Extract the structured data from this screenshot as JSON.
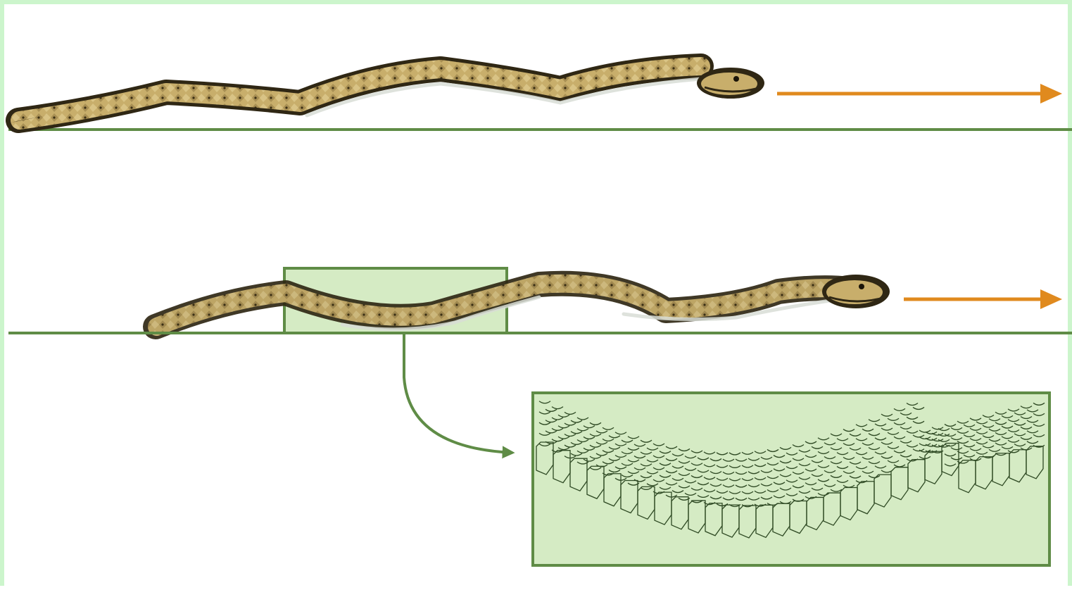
{
  "diagram": {
    "colors": {
      "frame_border": "#ccf5cc",
      "ground_line": "#5f8c46",
      "arrow": "#e08a1e",
      "highlight_fill": "#d5ebc4",
      "highlight_stroke": "#5f8c46",
      "scale_line": "#5f8c46",
      "snake_dark": "#2f2714",
      "snake_body": "#c7ad6a",
      "snake_light": "#e2cf94",
      "snake_belly": "#d8ddd6"
    },
    "panels": [
      {
        "id": "top",
        "snake": "snake-top",
        "direction": "right"
      },
      {
        "id": "middle",
        "snake": "snake-middle",
        "direction": "right",
        "highlight": true
      }
    ],
    "inset": {
      "content": "scale-pattern-closeup"
    }
  }
}
